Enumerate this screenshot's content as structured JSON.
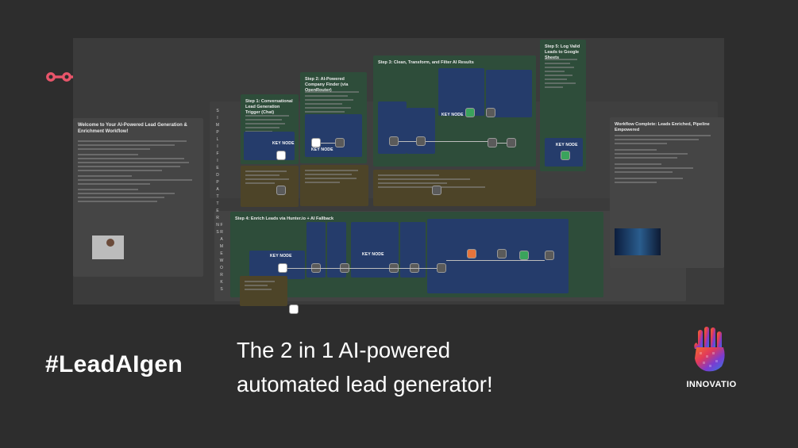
{
  "canvas": {
    "notes": {
      "welcome_title": "Welcome to Your AI-Powered Lead Generation & Enrichment Workflow!",
      "step1_title": "Step 1: Conversational Lead Generation Trigger (Chat)",
      "step2_title": "Step 2: AI-Powered Company Finder (via OpenRouter)",
      "step3_title": "Step 3: Clean, Transform, and Filter AI Results",
      "step5_title": "Step 5: Log Valid Leads to Google Sheets",
      "complete_title": "Workflow Complete: Leads Enriched, Pipeline Empowered",
      "step4_title": "Step 4: Enrich Leads via Hunter.io + AI Fallback"
    },
    "key_node_label": "KEY NODE",
    "vertical_text_1": "SIMPLIFIEDPATTERNS",
    "vertical_text_2": "FRAMEWORKS"
  },
  "hashtag": "#LeadAIgen",
  "headline": {
    "line1": "The 2 in 1 AI-powered",
    "line2": "automated lead generator!"
  },
  "brand": {
    "name": "INNOVATIO"
  },
  "colors": {
    "background": "#2d2d2d",
    "n8n_logo": "#e8556a",
    "sticky_green": "#2e4d3a",
    "sticky_olive": "#4d4428",
    "sticky_grey": "#454545",
    "panel_blue": "#253c6b"
  }
}
